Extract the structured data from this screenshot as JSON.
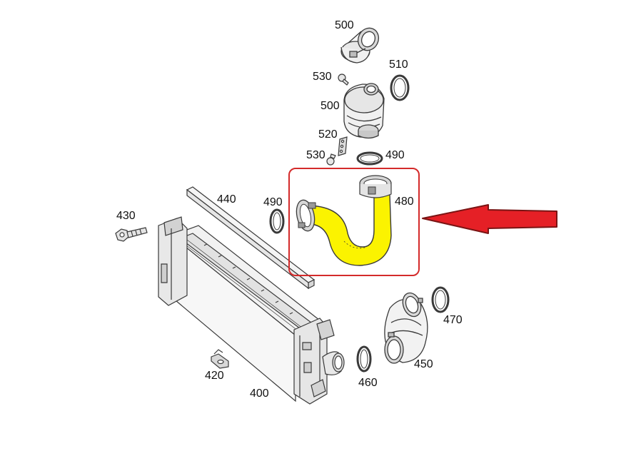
{
  "colors": {
    "line": "#3a3a3a",
    "fill_light": "#f1f1f1",
    "fill_mid": "#d4d4d4",
    "fill_dark": "#9a9a9a",
    "highlight": "#fbf300",
    "frame": "#d42a2a",
    "arrow": "#e52026",
    "arrow_edge": "#7a1414"
  },
  "labels": {
    "p500a": "500",
    "p510": "510",
    "p530a": "530",
    "p500b": "500",
    "p520": "520",
    "p530b": "530",
    "p490a": "490",
    "p480": "480",
    "p440": "440",
    "p490b": "490",
    "p430": "430",
    "p470": "470",
    "p450": "450",
    "p420": "420",
    "p460": "460",
    "p400": "400"
  },
  "highlighted_part": "480",
  "icons": {
    "pointer": "arrow-left-icon"
  }
}
